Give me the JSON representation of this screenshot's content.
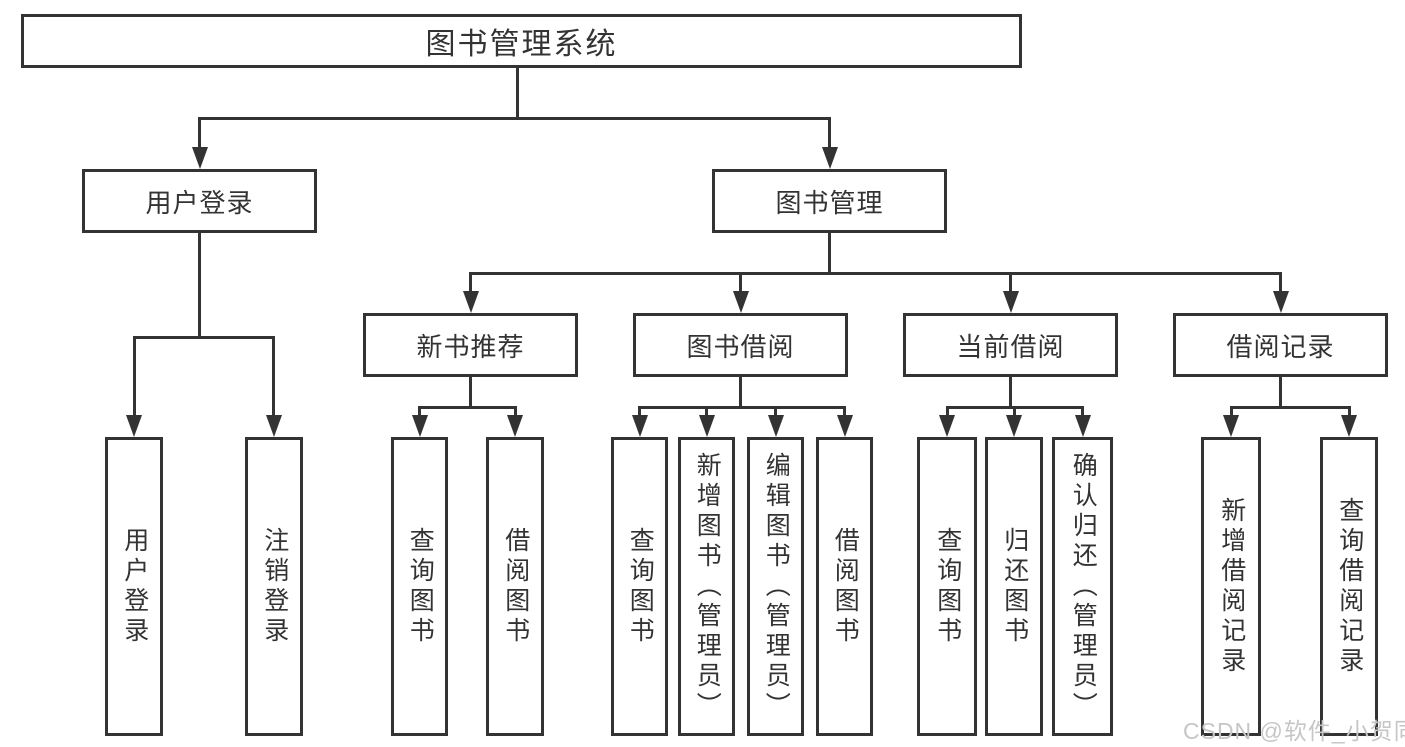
{
  "diagram": {
    "root": {
      "label": "图书管理系统"
    },
    "branches": [
      {
        "label": "用户登录",
        "children": [
          {
            "label": "用户登录"
          },
          {
            "label": "注销登录"
          }
        ]
      },
      {
        "label": "图书管理",
        "children": [
          {
            "label": "新书推荐",
            "children": [
              {
                "label": "查询图书"
              },
              {
                "label": "借阅图书"
              }
            ]
          },
          {
            "label": "图书借阅",
            "children": [
              {
                "label": "查询图书"
              },
              {
                "label": "新增图书（管理员）"
              },
              {
                "label": "编辑图书（管理员）"
              },
              {
                "label": "借阅图书"
              }
            ]
          },
          {
            "label": "当前借阅",
            "children": [
              {
                "label": "查询图书"
              },
              {
                "label": "归还图书"
              },
              {
                "label": "确认归还（管理员）"
              }
            ]
          },
          {
            "label": "借阅记录",
            "children": [
              {
                "label": "新增借阅记录"
              },
              {
                "label": "查询借阅记录"
              }
            ]
          }
        ]
      }
    ]
  },
  "watermark": {
    "text": "CSDN @软件_小贺同学",
    "color": "#c6c6c6"
  },
  "colors": {
    "line": "#333333",
    "text": "#333333",
    "box_background": "#ffffff",
    "page_background": "#ffffff"
  }
}
